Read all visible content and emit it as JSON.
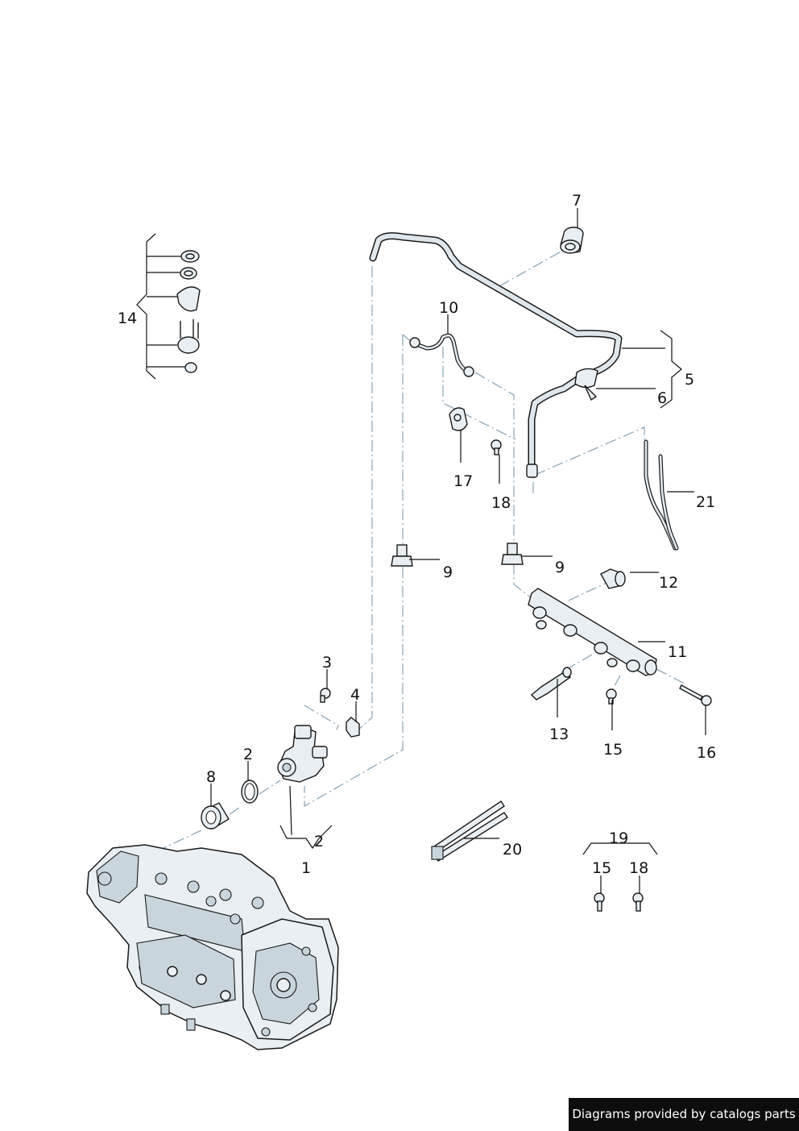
{
  "callouts": {
    "c1": "1",
    "c2a": "2",
    "c2b": "2",
    "c3": "3",
    "c4": "4",
    "c5": "5",
    "c6": "6",
    "c7": "7",
    "c8": "8",
    "c9a": "9",
    "c9b": "9",
    "c10": "10",
    "c11": "11",
    "c12": "12",
    "c13": "13",
    "c14": "14",
    "c15a": "15",
    "c15b": "15",
    "c16": "16",
    "c17": "17",
    "c18a": "18",
    "c18b": "18",
    "c19": "19",
    "c20": "20",
    "c21": "21"
  },
  "watermark": "Diagrams provided by catalogs parts",
  "colors": {
    "line": "#111111",
    "dash": "#7f9aad",
    "part_fill": "#e8eef2",
    "watermark_bg": "#0d0d0d"
  }
}
